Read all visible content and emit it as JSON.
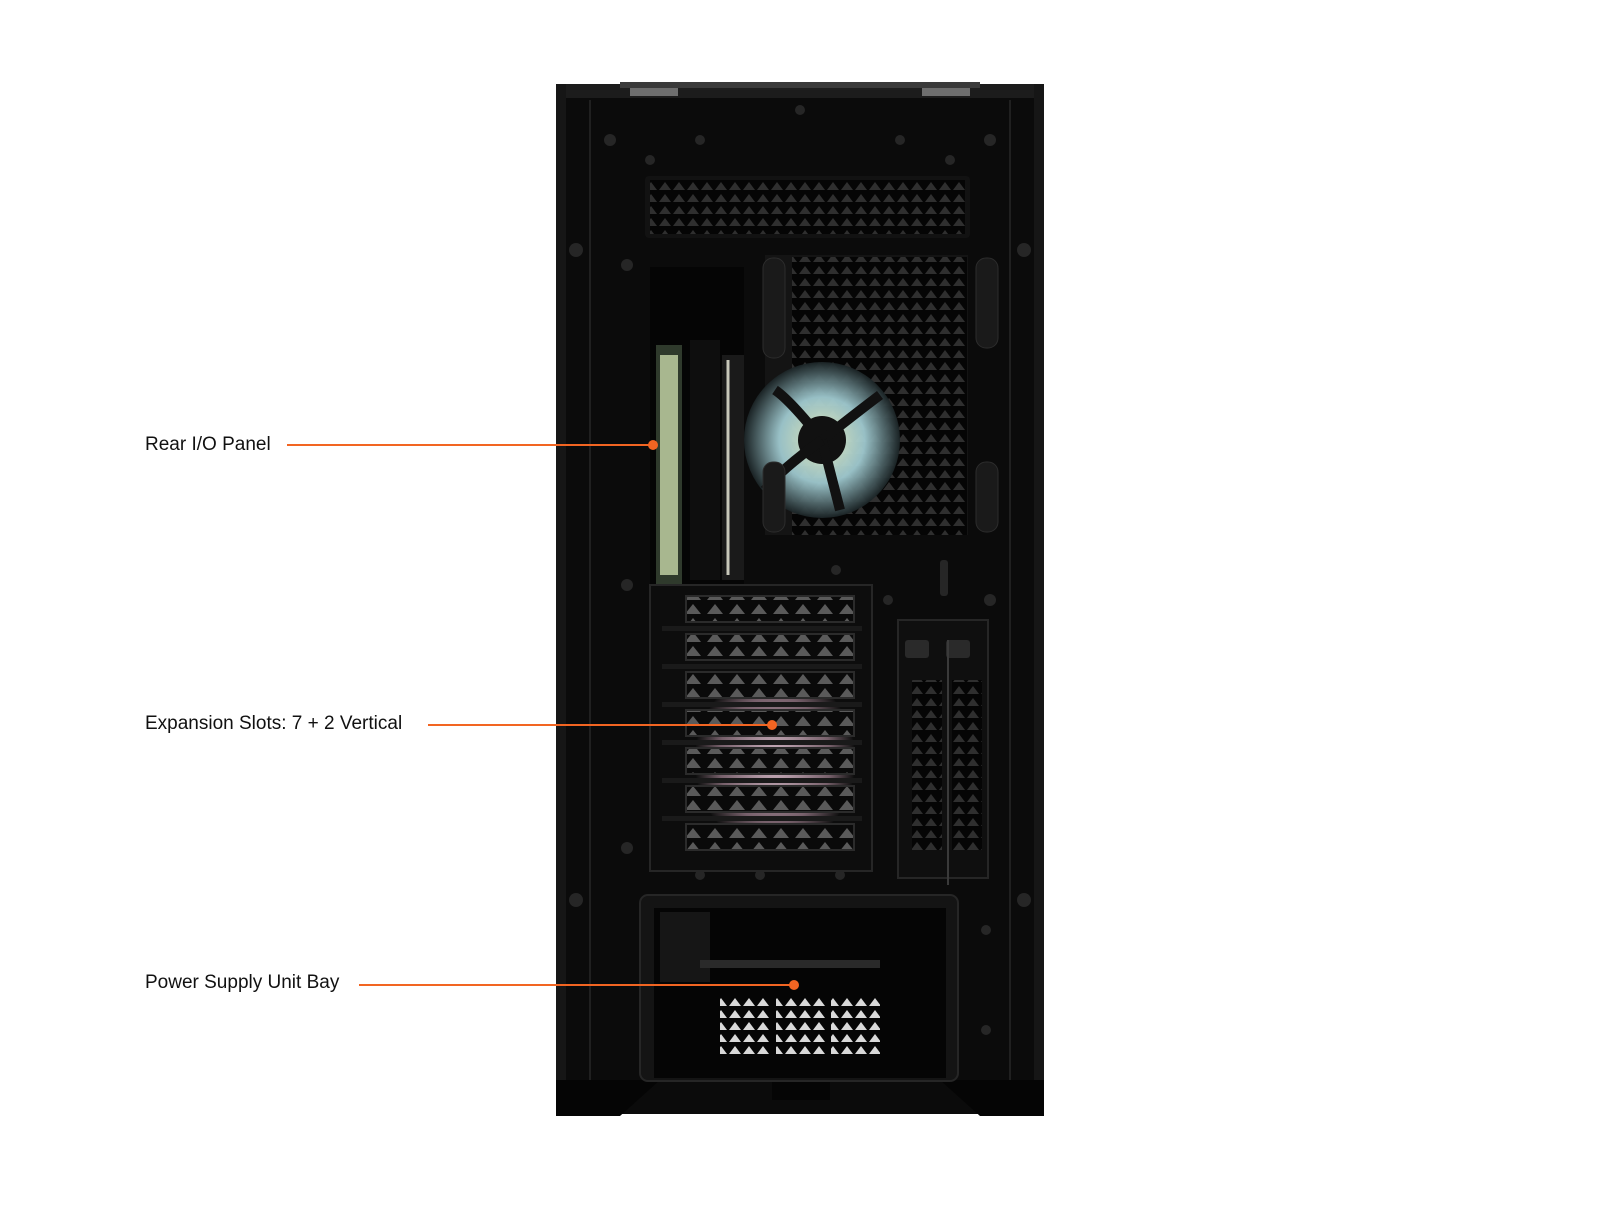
{
  "callouts": {
    "rear_io": "Rear I/O Panel",
    "expansion_slots": "Expansion Slots: 7 + 2 Vertical",
    "psu_bay": "Power Supply Unit Bay"
  },
  "colors": {
    "accent": "#f26522",
    "case_body": "#0b0b0b",
    "case_edge": "#1c1c1c",
    "mesh": "#2a2a2a",
    "background": "#ffffff"
  }
}
